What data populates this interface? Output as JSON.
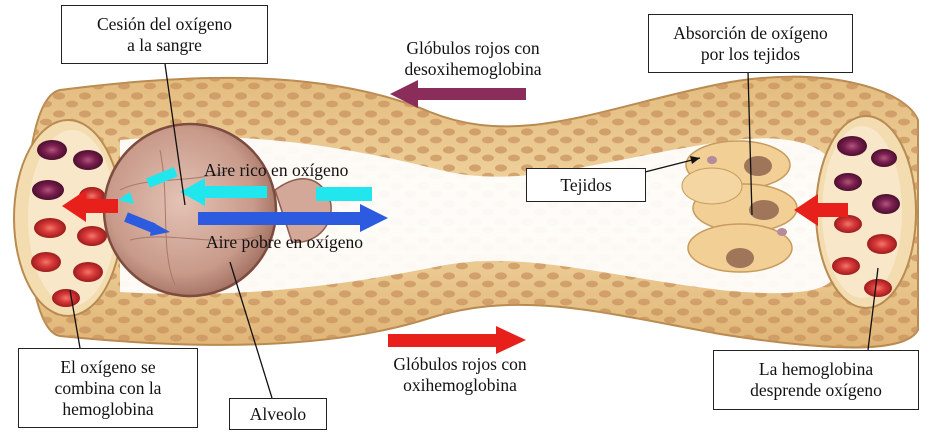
{
  "labels": {
    "cesion": [
      "Cesión del oxígeno",
      "a la sangre"
    ],
    "desoxi": [
      "Glóbulos rojos con",
      "desoxihemoglobina"
    ],
    "absorcion": [
      "Absorción de oxígeno",
      "por los tejidos"
    ],
    "aire_rico": "Aire rico en oxígeno",
    "aire_pobre": "Aire pobre en oxígeno",
    "tejidos": "Tejidos",
    "combina": [
      "El oxígeno se",
      "combina con la",
      "hemoglobina"
    ],
    "alveolo": "Alveolo",
    "oxi": [
      "Glóbulos rojos con",
      "oxihemoglobina"
    ],
    "desprende": [
      "La hemoglobina",
      "desprende oxígeno"
    ]
  },
  "colors": {
    "vessel": "#e9c88e",
    "vessel_edge": "#b98b50",
    "cell": "#c9925e",
    "alveolus": "#c89a8a",
    "rbc_red": "#d93a3a",
    "rbc_purple": "#7a1f4e",
    "arrow_purple": "#8a2d5a",
    "arrow_red": "#e8201c",
    "arrow_cyan": "#22e6ee",
    "arrow_blue": "#2c5be0",
    "tissue": "#f1cf95"
  }
}
